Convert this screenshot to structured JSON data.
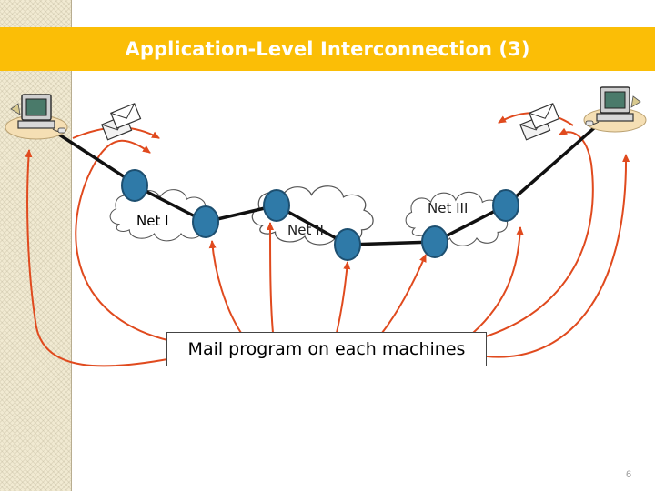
{
  "slide": {
    "title": "Application-Level Interconnection (3)",
    "callout": "Mail program on each machines",
    "page_number": "6"
  },
  "networks": [
    {
      "label": "Net I"
    },
    {
      "label": "Net II"
    },
    {
      "label": "Net III"
    }
  ],
  "colors": {
    "title_bar": "#fbbe06",
    "title_text": "#ffffff",
    "arrow": "#e04a1e",
    "node_fill": "#2f7aa8",
    "node_stroke": "#1d4f70",
    "link": "#111111",
    "sidebar": "#f1ead2"
  },
  "icons": {
    "host": "computer-icon",
    "mail": "envelope-icon",
    "router": "router-node-icon",
    "cloud": "cloud-icon"
  }
}
